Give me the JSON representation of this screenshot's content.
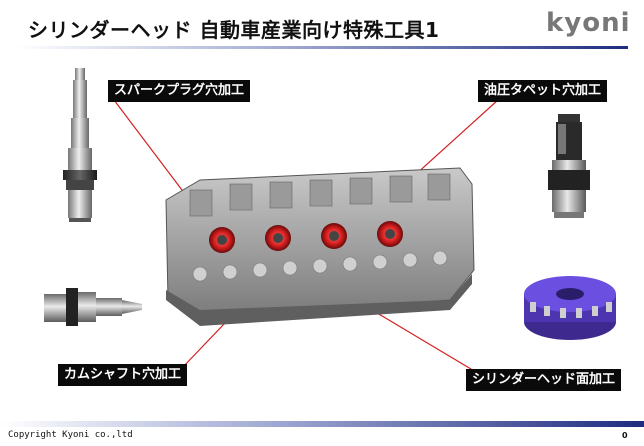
{
  "title": "シリンダーヘッド 自動車産業向け特殊工具1",
  "logo": {
    "text": "kyoni"
  },
  "labels": {
    "spark_plug": "スパークプラグ穴加工",
    "tappet": "油圧タペット穴加工",
    "camshaft": "カムシャフト穴加工",
    "cylinder_head_face": "シリンダーヘッド面加工"
  },
  "footer": {
    "copyright": "Copyright Kyoni co.,ltd",
    "page_number": "0"
  },
  "colors": {
    "pointer_line": "#d42020",
    "label_bg": "#0a0a0a",
    "accent_blue": "#1f2c80",
    "cutter_purple": "#5b3fc9"
  }
}
